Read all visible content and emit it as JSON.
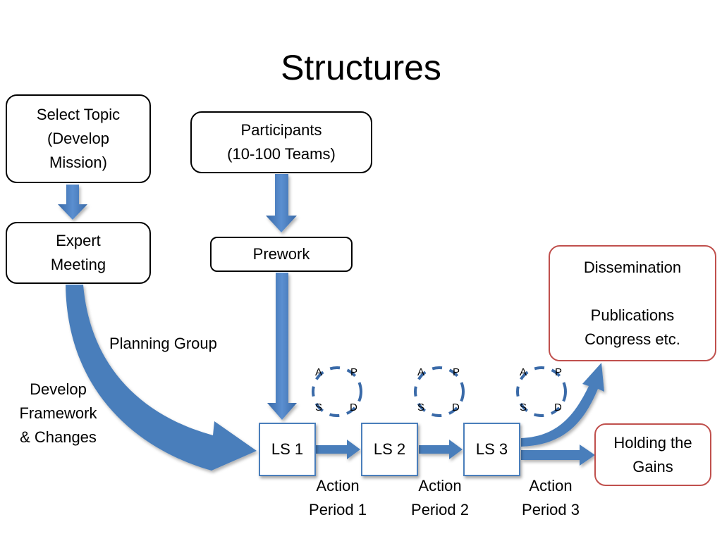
{
  "title": "Structures",
  "boxes": {
    "select_topic": [
      "Select Topic",
      "(Develop",
      "Mission)"
    ],
    "expert_meeting": [
      "Expert",
      "Meeting"
    ],
    "participants": [
      "Participants",
      "(10-100 Teams)"
    ],
    "prework": "Prework",
    "dissemination": [
      "Dissemination",
      "",
      "Publications",
      "Congress etc."
    ],
    "holding": [
      "Holding the",
      "Gains"
    ]
  },
  "learning_sessions": [
    "LS 1",
    "LS 2",
    "LS 3"
  ],
  "labels": {
    "planning_group": "Planning Group",
    "develop": [
      "Develop",
      "Framework",
      "& Changes"
    ]
  },
  "action_periods": [
    [
      "Action",
      "Period 1"
    ],
    [
      "Action",
      "Period 2"
    ],
    [
      "Action",
      "Period 3"
    ]
  ],
  "pdsa": [
    "A",
    "P",
    "S",
    "D"
  ],
  "colors": {
    "arrow": "#4a7ebb",
    "arrow_dark": "#3a6aa8",
    "red_border": "#c0504d"
  }
}
